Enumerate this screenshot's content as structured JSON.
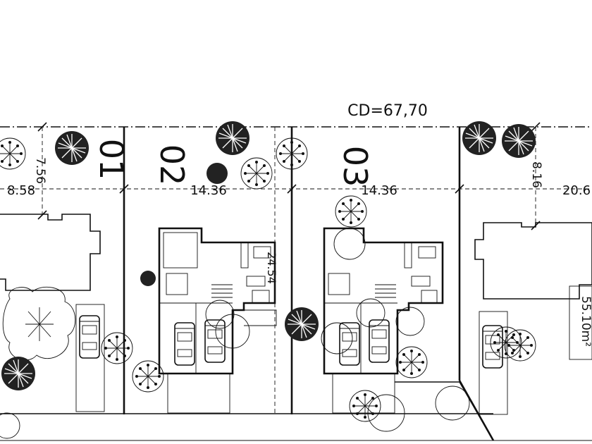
{
  "title": "CD=67,70",
  "lots": [
    {
      "number": "01",
      "width": "8.58",
      "depth": "7.56"
    },
    {
      "number": "02",
      "width": "14.36"
    },
    {
      "number": "03",
      "width": "14.36"
    },
    {
      "width": "20.6",
      "depth": "8.16",
      "area": "55.10m²"
    }
  ],
  "misc": {
    "overlap_label": "24.54"
  }
}
